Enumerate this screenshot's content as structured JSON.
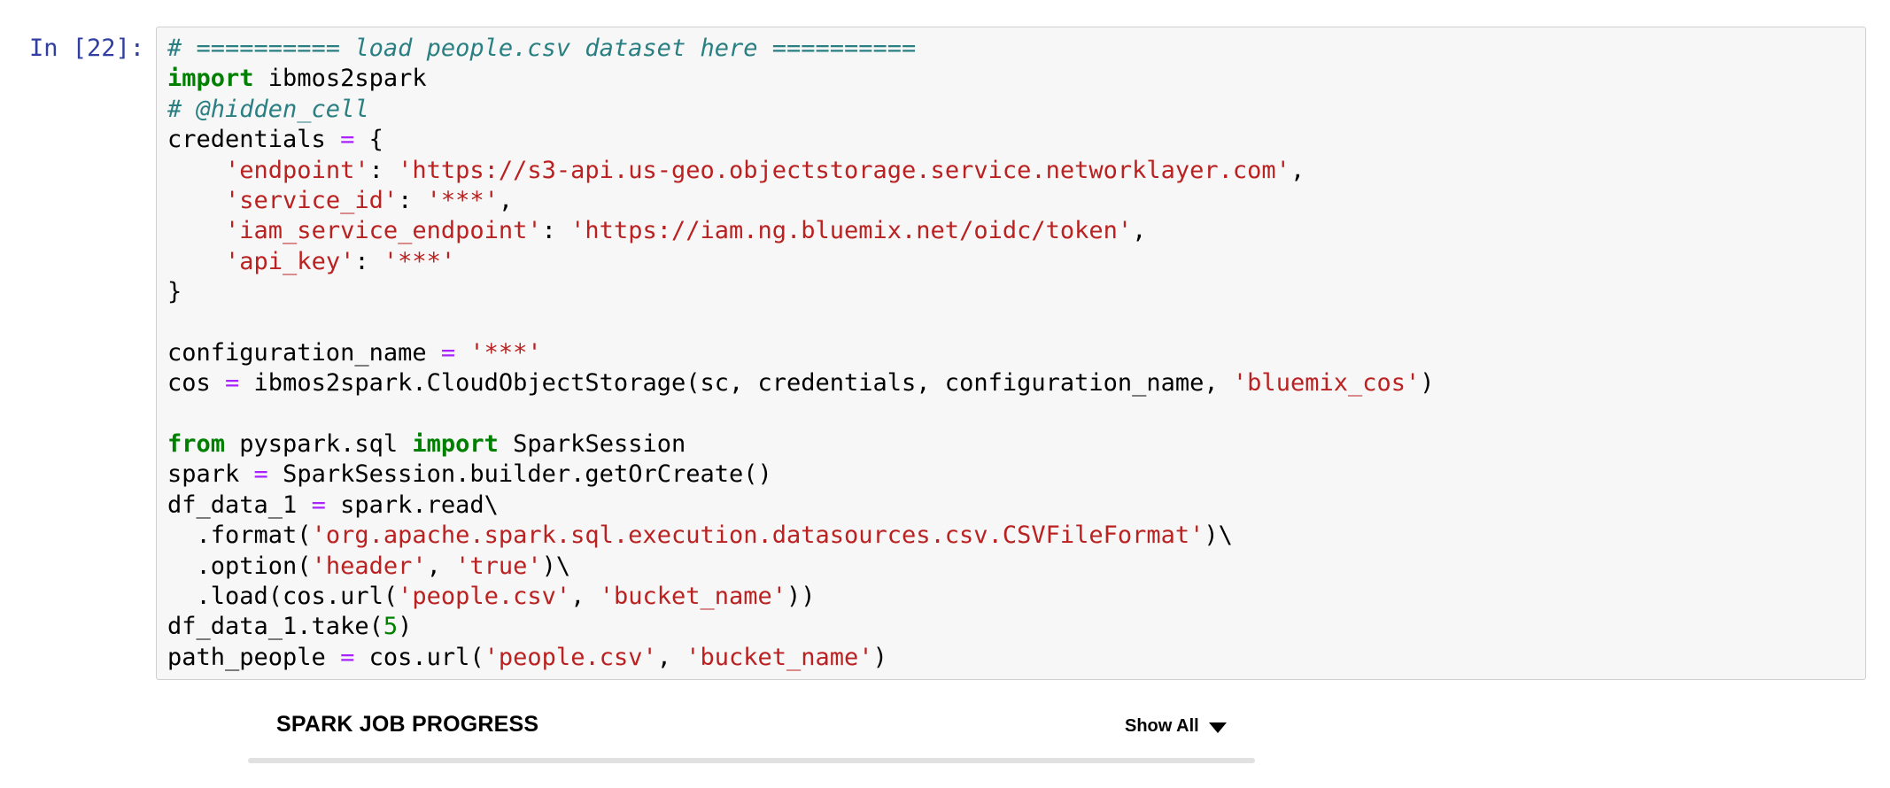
{
  "prompt": "In [22]:",
  "code": {
    "lines": [
      [
        {
          "t": "c",
          "v": "# ========== load people.csv dataset here =========="
        }
      ],
      [
        {
          "t": "k",
          "v": "import"
        },
        {
          "t": "p",
          "v": " ibmos2spark"
        }
      ],
      [
        {
          "t": "c",
          "v": "# @hidden_cell"
        }
      ],
      [
        {
          "t": "p",
          "v": "credentials "
        },
        {
          "t": "o",
          "v": "="
        },
        {
          "t": "p",
          "v": " {"
        }
      ],
      [
        {
          "t": "p",
          "v": "    "
        },
        {
          "t": "s",
          "v": "'endpoint'"
        },
        {
          "t": "p",
          "v": ": "
        },
        {
          "t": "s",
          "v": "'https://s3-api.us-geo.objectstorage.service.networklayer.com'"
        },
        {
          "t": "p",
          "v": ","
        }
      ],
      [
        {
          "t": "p",
          "v": "    "
        },
        {
          "t": "s",
          "v": "'service_id'"
        },
        {
          "t": "p",
          "v": ": "
        },
        {
          "t": "s",
          "v": "'***'"
        },
        {
          "t": "p",
          "v": ","
        }
      ],
      [
        {
          "t": "p",
          "v": "    "
        },
        {
          "t": "s",
          "v": "'iam_service_endpoint'"
        },
        {
          "t": "p",
          "v": ": "
        },
        {
          "t": "s",
          "v": "'https://iam.ng.bluemix.net/oidc/token'"
        },
        {
          "t": "p",
          "v": ","
        }
      ],
      [
        {
          "t": "p",
          "v": "    "
        },
        {
          "t": "s",
          "v": "'api_key'"
        },
        {
          "t": "p",
          "v": ": "
        },
        {
          "t": "s",
          "v": "'***'"
        }
      ],
      [
        {
          "t": "p",
          "v": "}"
        }
      ],
      [],
      [
        {
          "t": "p",
          "v": "configuration_name "
        },
        {
          "t": "o",
          "v": "="
        },
        {
          "t": "p",
          "v": " "
        },
        {
          "t": "s",
          "v": "'***'"
        }
      ],
      [
        {
          "t": "p",
          "v": "cos "
        },
        {
          "t": "o",
          "v": "="
        },
        {
          "t": "p",
          "v": " ibmos2spark.CloudObjectStorage(sc, credentials, configuration_name, "
        },
        {
          "t": "s",
          "v": "'bluemix_cos'"
        },
        {
          "t": "p",
          "v": ")"
        }
      ],
      [],
      [
        {
          "t": "k",
          "v": "from"
        },
        {
          "t": "p",
          "v": " pyspark.sql "
        },
        {
          "t": "k",
          "v": "import"
        },
        {
          "t": "p",
          "v": " SparkSession"
        }
      ],
      [
        {
          "t": "p",
          "v": "spark "
        },
        {
          "t": "o",
          "v": "="
        },
        {
          "t": "p",
          "v": " SparkSession.builder.getOrCreate()"
        }
      ],
      [
        {
          "t": "p",
          "v": "df_data_1 "
        },
        {
          "t": "o",
          "v": "="
        },
        {
          "t": "p",
          "v": " spark.read\\"
        }
      ],
      [
        {
          "t": "p",
          "v": "  .format("
        },
        {
          "t": "s",
          "v": "'org.apache.spark.sql.execution.datasources.csv.CSVFileFormat'"
        },
        {
          "t": "p",
          "v": ")\\"
        }
      ],
      [
        {
          "t": "p",
          "v": "  .option("
        },
        {
          "t": "s",
          "v": "'header'"
        },
        {
          "t": "p",
          "v": ", "
        },
        {
          "t": "s",
          "v": "'true'"
        },
        {
          "t": "p",
          "v": ")\\"
        }
      ],
      [
        {
          "t": "p",
          "v": "  .load(cos.url("
        },
        {
          "t": "s",
          "v": "'people.csv'"
        },
        {
          "t": "p",
          "v": ", "
        },
        {
          "t": "s",
          "v": "'bucket_name'"
        },
        {
          "t": "p",
          "v": "))"
        }
      ],
      [
        {
          "t": "p",
          "v": "df_data_1.take("
        },
        {
          "t": "n",
          "v": "5"
        },
        {
          "t": "p",
          "v": ")"
        }
      ],
      [
        {
          "t": "p",
          "v": "path_people "
        },
        {
          "t": "o",
          "v": "="
        },
        {
          "t": "p",
          "v": " cos.url("
        },
        {
          "t": "s",
          "v": "'people.csv'"
        },
        {
          "t": "p",
          "v": ", "
        },
        {
          "t": "s",
          "v": "'bucket_name'"
        },
        {
          "t": "p",
          "v": ")"
        }
      ]
    ]
  },
  "output": {
    "title": "SPARK JOB PROGRESS",
    "show_all_label": "Show All"
  },
  "colors": {
    "prompt": "#303F9F",
    "cell_background": "#f7f7f7",
    "cell_border": "#cfcfcf",
    "comment": "#2a7f82",
    "keyword": "#008000",
    "operator": "#AA22FF",
    "string": "#BA2121",
    "number": "#008000",
    "progress_track": "#e1e1e1"
  }
}
